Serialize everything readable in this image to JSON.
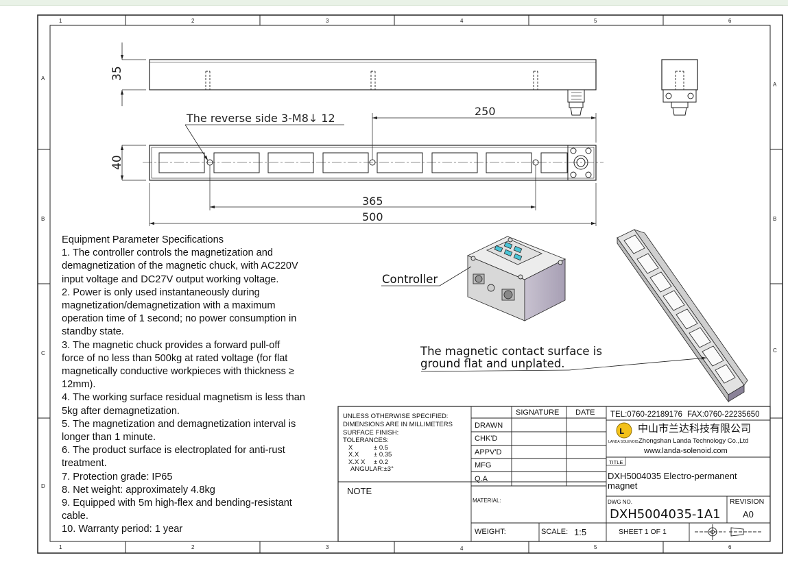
{
  "border": {
    "cols_top": [
      "1",
      "2",
      "3",
      "4",
      "5",
      "6"
    ],
    "cols_bottom": [
      "1",
      "2",
      "3",
      "4",
      "5",
      "6"
    ],
    "rows_left": [
      "A",
      "B",
      "C",
      "D"
    ],
    "rows_right": [
      "A",
      "B",
      "C"
    ]
  },
  "dims": {
    "height_35": "35",
    "width_40": "40",
    "d250": "250",
    "d365": "365",
    "d500": "500",
    "reverse_note": "The reverse side 3-M8↓ 12"
  },
  "labels": {
    "controller": "Controller",
    "surface_line1": "The magnetic contact surface is",
    "surface_line2": "ground flat and unplated."
  },
  "specs": {
    "heading": "Equipment Parameter Specifications",
    "lines": [
      "1. The controller controls the magnetization and",
      "demagnetization of the magnetic chuck, with AC220V",
      "input voltage and DC27V output working voltage.",
      "2. Power is only used instantaneously during",
      "magnetization/demagnetization with a maximum",
      "operation time of 1 second; no power consumption in",
      "standby state.",
      "3. The magnetic chuck provides a forward pull-off",
      "force of no less than 500kg at rated voltage (for flat",
      "magnetically conductive workpieces with thickness ≥",
      "12mm).",
      "4. The working surface residual magnetism is less than",
      "5kg after demagnetization.",
      "5. The magnetization and demagnetization interval is",
      "longer than 1 minute.",
      "6. The product surface is electroplated for anti-rust",
      "treatment.",
      "7. Protection grade: IP65",
      "8. Net weight: approximately 4.8kg",
      "9. Equipped with 5m high-flex and bending-resistant",
      "cable.",
      "10. Warranty period: 1 year"
    ]
  },
  "title_block": {
    "unless": [
      "UNLESS OTHERWISE SPECIFIED:",
      "DIMENSIONS ARE IN MILLIMETERS",
      "SURFACE FINISH:",
      "TOLERANCES:"
    ],
    "tol": [
      {
        "k": "X",
        "v": "± 0.5"
      },
      {
        "k": "X.X",
        "v": "± 0.35"
      },
      {
        "k": "X.X X",
        "v": "± 0.2"
      }
    ],
    "angular": "ANGULAR:±3°",
    "note": "NOTE",
    "signature": "SIGNATURE",
    "date": "DATE",
    "rows": [
      "DRAWN",
      "CHK'D",
      "APPV'D",
      "MFG",
      "Q.A"
    ],
    "material": "MATERIAL:",
    "weight": "WEIGHT:",
    "scale_label": "SCALE:",
    "scale_value": "1:5",
    "tel": "TEL:0760-22189176",
    "fax": "FAX:0760-22235650",
    "company_cn": "中山市兰达科技有限公司",
    "company_en": "Zhongshan Landa Technology Co.,Ltd",
    "logo_text": "LANDA SOLENOID",
    "website": "www.landa-solenoid.com",
    "title_label": "TITLE",
    "title_line1": "DXH5004035 Electro-permanent",
    "title_line2": "magnet",
    "dwg_label": "DWG NO.",
    "dwg_no": "DXH5004035-1A1",
    "revision_label": "REVISION",
    "revision": "A0",
    "sheet": "SHEET 1 OF 1"
  }
}
